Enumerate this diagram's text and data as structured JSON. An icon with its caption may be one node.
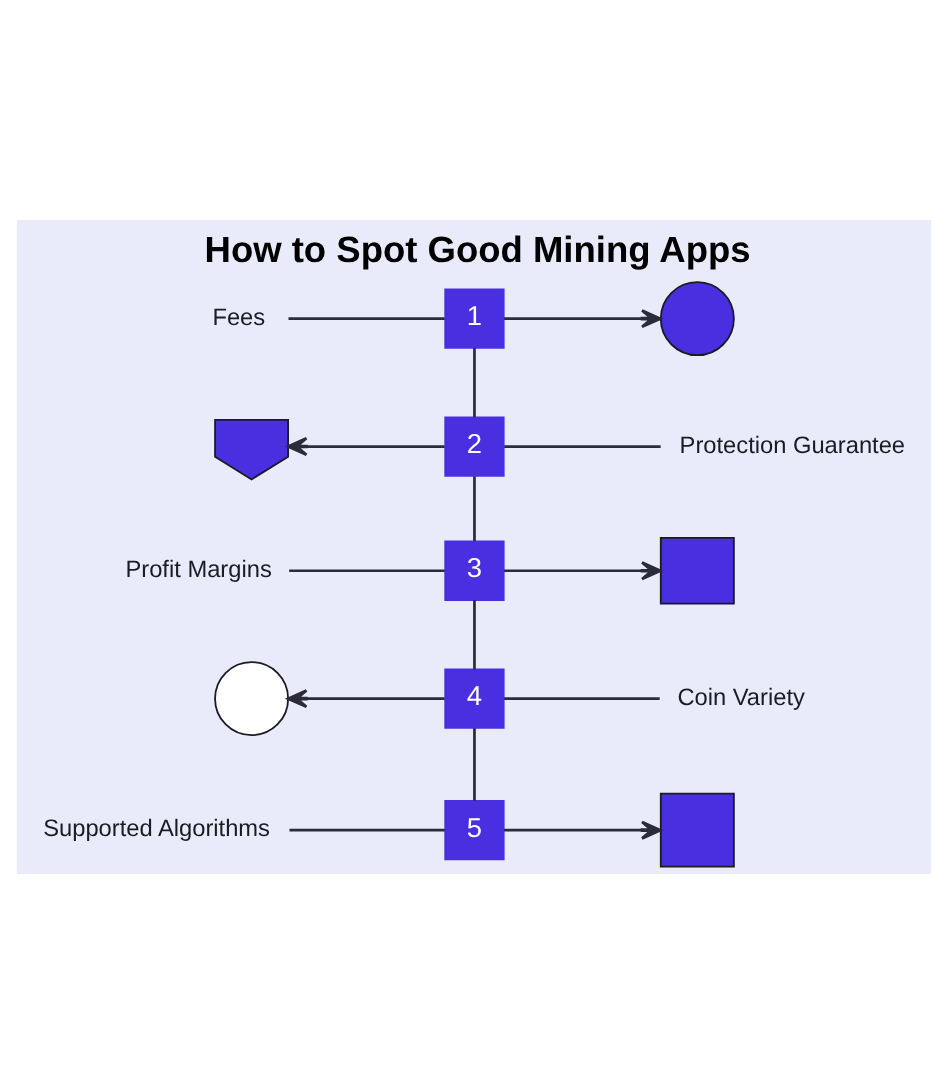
{
  "diagram": {
    "title": "How to Spot Good Mining Apps",
    "nodes": [
      {
        "text": [
          "Fees"
        ]
      },
      {
        "text": [
          "1"
        ]
      },
      {
        "text": [],
        "shape": "circle"
      },
      {
        "text": [],
        "shape": "shield"
      },
      {
        "text": [
          "2"
        ]
      },
      {
        "text": [
          "Protection Guarantee"
        ]
      },
      {
        "text": [
          "Profit Margins"
        ]
      },
      {
        "text": [
          "3"
        ]
      },
      {
        "text": [],
        "shape": "bar"
      },
      {
        "text": [],
        "shape": "circle"
      },
      {
        "text": [
          "4"
        ]
      },
      {
        "text": [
          "Coin Variety"
        ]
      },
      {
        "text": [
          "Supported Algorithms"
        ]
      },
      {
        "text": [
          "5"
        ]
      },
      {
        "text": [],
        "shape": "box"
      }
    ],
    "edges": [
      {
        "from": 0,
        "to": 1,
        "arrow": "none"
      },
      {
        "from": 1,
        "to": 2,
        "arrow": "to"
      },
      {
        "from": 1,
        "to": 4,
        "arrow": "none"
      },
      {
        "from": 4,
        "to": 3,
        "arrow": "to"
      },
      {
        "from": 5,
        "to": 4,
        "arrow": "none"
      },
      {
        "from": 4,
        "to": 7,
        "arrow": "none"
      },
      {
        "from": 6,
        "to": 7,
        "arrow": "none"
      },
      {
        "from": 7,
        "to": 8,
        "arrow": "to"
      },
      {
        "from": 7,
        "to": 10,
        "arrow": "none"
      },
      {
        "from": 10,
        "to": 9,
        "arrow": "to"
      },
      {
        "from": 11,
        "to": 10,
        "arrow": "none"
      },
      {
        "from": 10,
        "to": 13,
        "arrow": "none"
      },
      {
        "from": 12,
        "to": 13,
        "arrow": "none"
      },
      {
        "from": 13,
        "to": 14,
        "arrow": "to"
      }
    ]
  }
}
